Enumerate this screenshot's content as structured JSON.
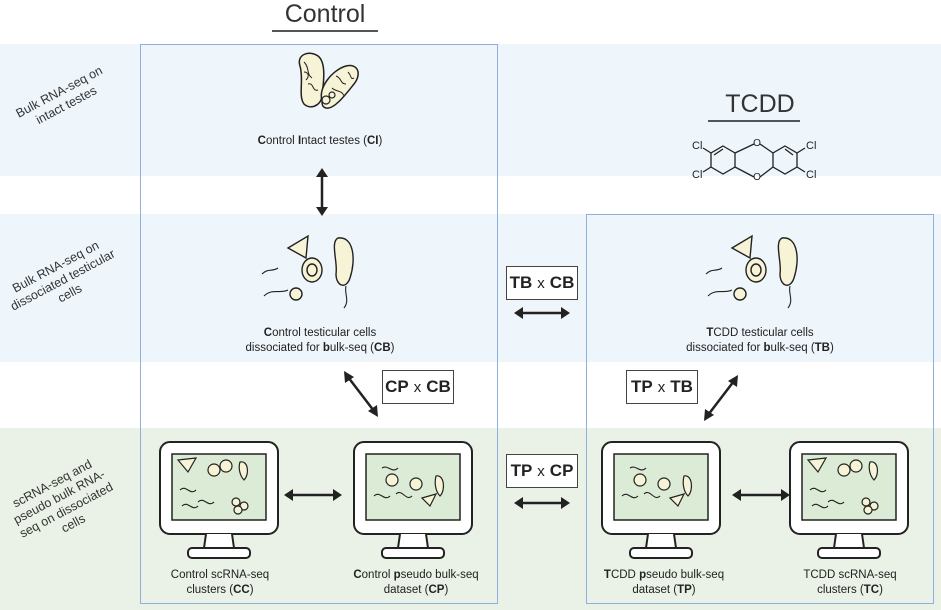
{
  "columns": {
    "control": "Control",
    "tcdd": "TCDD"
  },
  "rows": {
    "bulk_intact": "Bulk RNA-seq on intact testes",
    "bulk_dissociated": "Bulk RNA-seq on dissociated testicular cells",
    "scrna": "scRNA-seq and pseudo bulk RNA-seq on dissociated cells"
  },
  "samples": {
    "ci": {
      "pre1": "",
      "b1": "C",
      "mid1": "ontrol ",
      "b2": "I",
      "mid2": "ntact testes (",
      "b3": "CI",
      "post": ")"
    },
    "cb": {
      "line1_b": "C",
      "line1": "ontrol testicular cells",
      "line2_pre": "dissociated for ",
      "line2_b": "b",
      "line2_mid": "ulk-seq (",
      "line2_b2": "CB",
      "line2_post": ")"
    },
    "tb": {
      "line1_b": "T",
      "line1": "CDD testicular cells",
      "line2_pre": "dissociated for ",
      "line2_b": "b",
      "line2_mid": "ulk-seq (",
      "line2_b2": "TB",
      "line2_post": ")"
    },
    "cc": {
      "line1": "Control scRNA-seq",
      "line2_pre": "clusters (",
      "line2_b": "CC",
      "line2_post": ")"
    },
    "cp": {
      "line1_b": "C",
      "line1_mid": "ontrol ",
      "line1_b2": "p",
      "line1_post": "seudo bulk-seq",
      "line2_pre": "dataset (",
      "line2_b": "CP",
      "line2_post": ")"
    },
    "tp": {
      "line1_b": "T",
      "line1_mid": "CDD ",
      "line1_b2": "p",
      "line1_post": "seudo bulk-seq",
      "line2_pre": "dataset (",
      "line2_b": "TP",
      "line2_post": ")"
    },
    "tc": {
      "line1": "TCDD scRNA-seq",
      "line2_pre": "clusters (",
      "line2_b": "TC",
      "line2_post": ")"
    }
  },
  "comparisons": {
    "tb_cb": {
      "a": "TB",
      "x": "x",
      "b": "CB"
    },
    "cp_cb": {
      "a": "CP",
      "x": "x",
      "b": "CB"
    },
    "tp_tb": {
      "a": "TP",
      "x": "x",
      "b": "TB"
    },
    "tp_cp": {
      "a": "TP",
      "x": "x",
      "b": "CP"
    }
  },
  "molecule": {
    "atom": "Cl"
  },
  "colors": {
    "panel_border": "#8fb0dc",
    "band_blue": "#eef5fb",
    "band_green": "#eaf1e6",
    "screen_fill": "#dcebd5",
    "cell_fill": "#f7f3d6"
  }
}
